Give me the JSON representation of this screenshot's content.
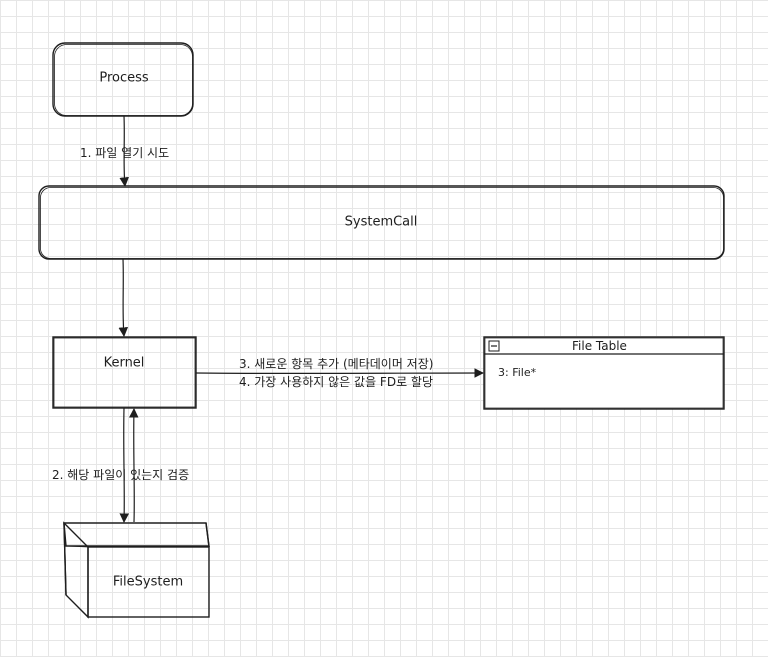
{
  "nodes": {
    "process": "Process",
    "systemcall": "SystemCall",
    "kernel": "Kernel",
    "filesystem": "FileSystem"
  },
  "file_table": {
    "title": "File Table",
    "entry": "3: File*"
  },
  "edges": {
    "open_attempt": "1. 파일 열기 시도",
    "verify_file": "2. 해당 파일이 있는지 검증",
    "add_entry": "3. 새로운 항목 추가 (메타데이머 저장)",
    "assign_fd": "4. 가장 사용하지 않은 값을 FD로 할당"
  },
  "colors": {
    "stroke": "#1e1e1e",
    "grid": "#e6e6e6",
    "background": "#ffffff"
  }
}
